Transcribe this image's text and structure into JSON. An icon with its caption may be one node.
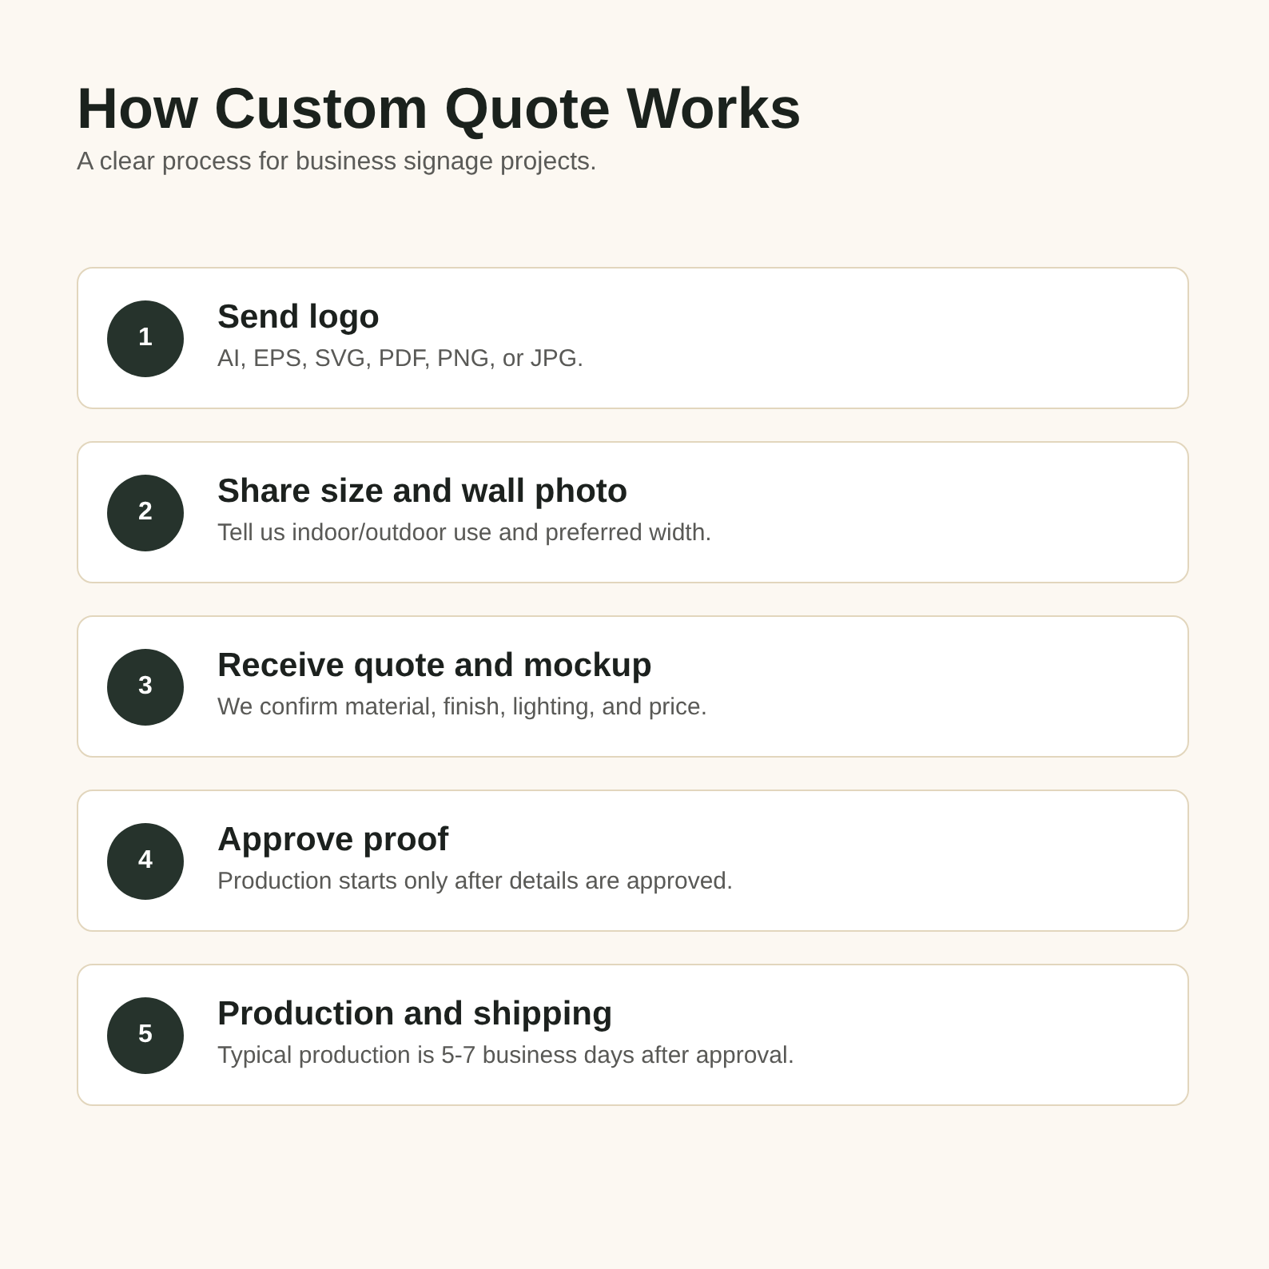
{
  "diagram": {
    "title": "How Custom Quote Works",
    "nodes": [
      {
        "text": [
          "Send logo",
          "AI, EPS, SVG, PDF, PNG, or JPG."
        ]
      },
      {
        "text": [
          "1"
        ],
        "in": 0
      },
      {
        "text": [
          "Share size and wall photo",
          "Tell us indoor/outdoor use and preferred width."
        ]
      },
      {
        "text": [
          "2"
        ],
        "in": 2
      },
      {
        "text": [
          "Receive quote and mockup",
          "We confirm material, finish, lighting, and price."
        ]
      },
      {
        "text": [
          "3"
        ],
        "in": 4
      },
      {
        "text": [
          "Approve proof",
          "Production starts only after details are approved."
        ]
      },
      {
        "text": [
          "4"
        ],
        "in": 6
      },
      {
        "text": [
          "Production and shipping",
          "Typical production is 5-7 business days after approval."
        ]
      },
      {
        "text": [
          "5"
        ],
        "in": 8
      }
    ],
    "labels": [
      "A clear process for business signage projects."
    ]
  }
}
